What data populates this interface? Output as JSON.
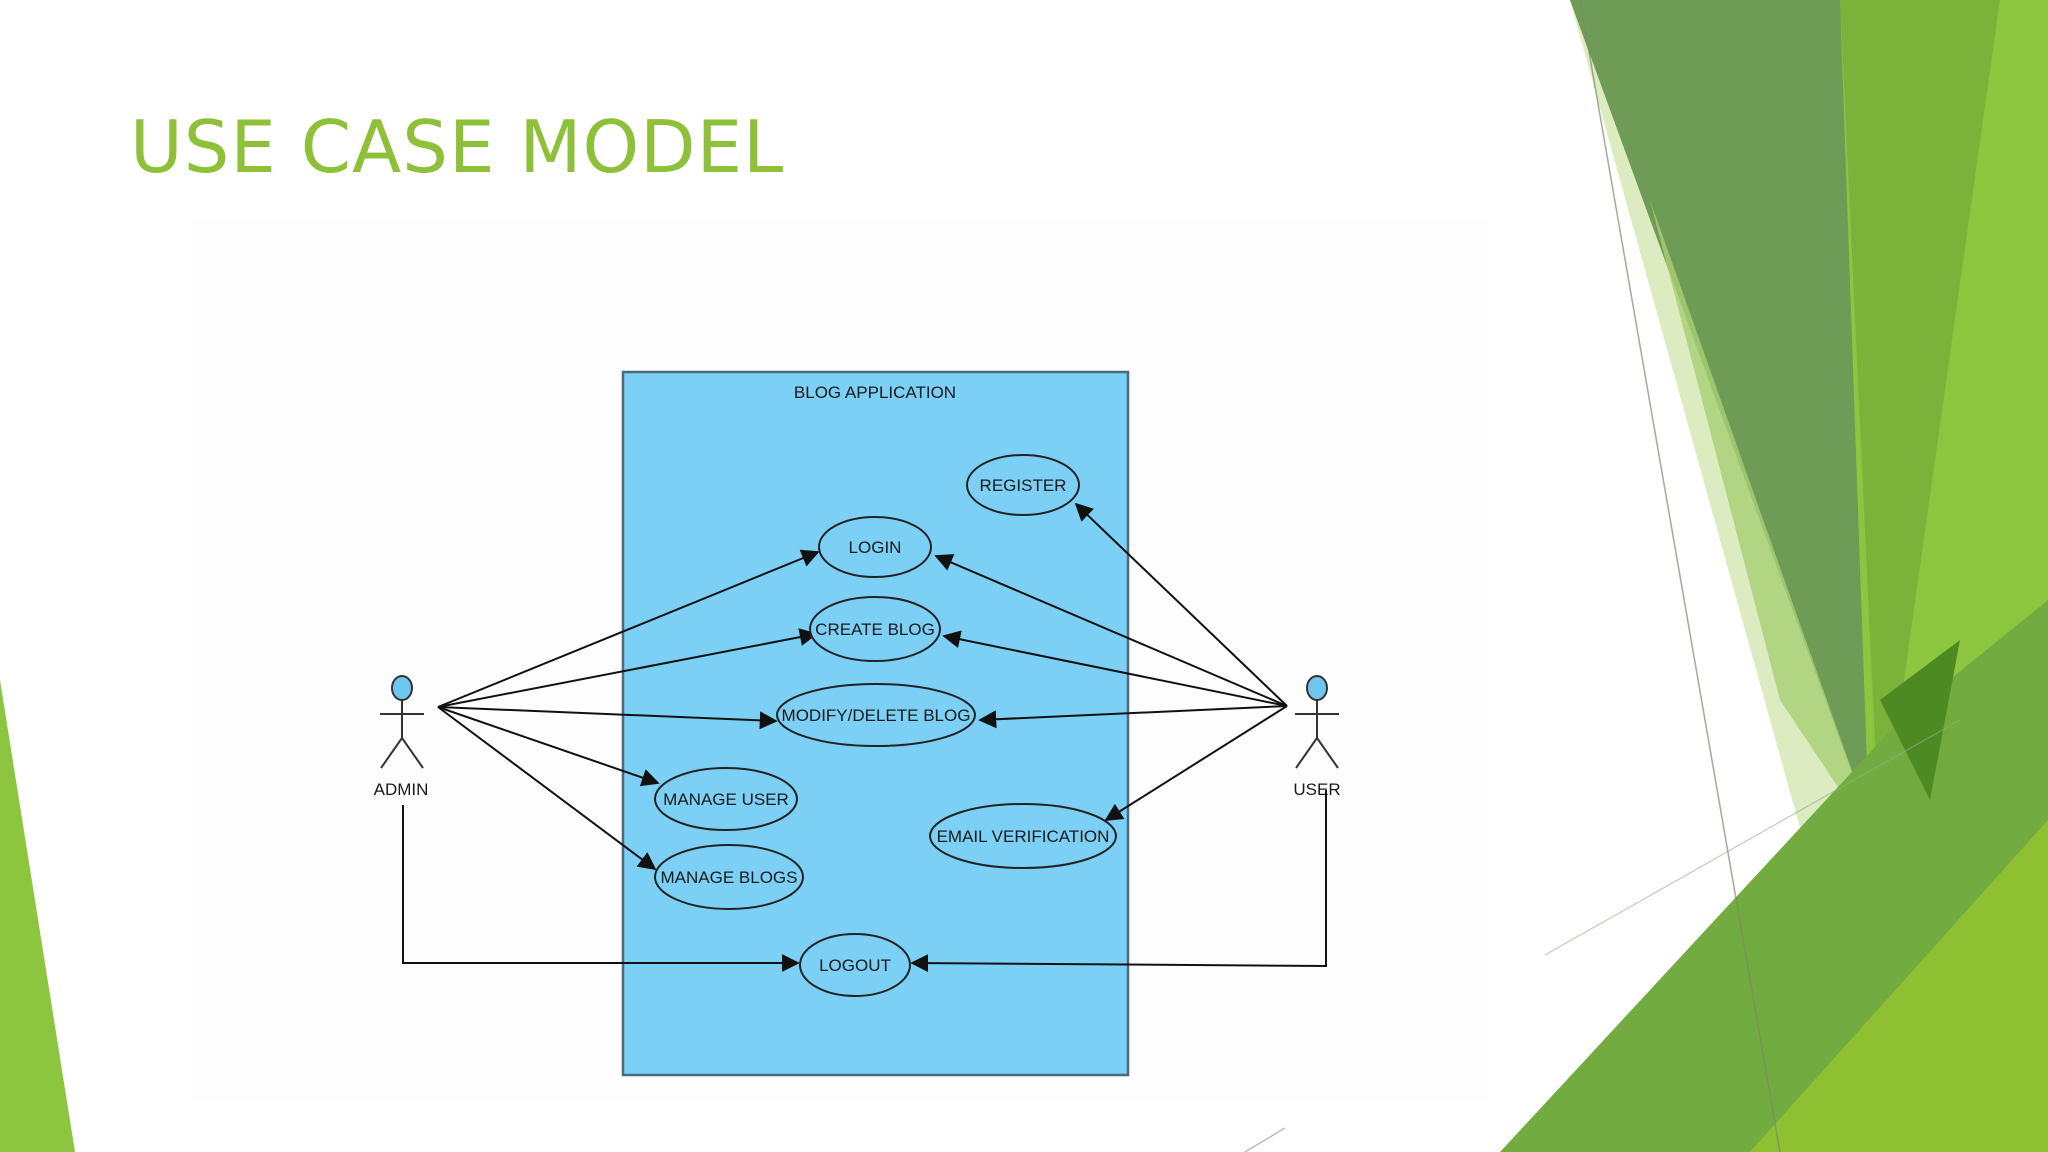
{
  "slide": {
    "title": "USE CASE MODEL"
  },
  "colors": {
    "title": "#8ec03a",
    "system_fill": "#7ccff5",
    "system_stroke": "#4a6a80",
    "actor_head": "#6ec6ee",
    "green_dark": "#5b8a3a",
    "green_mid": "#6ea83a",
    "green_bright": "#8cc63f",
    "green_light": "#dcebc0"
  },
  "diagram": {
    "system_label": "BLOG APPLICATION",
    "actors": {
      "admin": "ADMIN",
      "user": "USER"
    },
    "use_cases": {
      "register": "REGISTER",
      "login": "LOGIN",
      "create_blog": "CREATE BLOG",
      "modify_delete_blog": "MODIFY/DELETE BLOG",
      "manage_user": "MANAGE USER",
      "email_verification": "EMAIL VERIFICATION",
      "manage_blogs": "MANAGE BLOGS",
      "logout": "LOGOUT"
    }
  }
}
